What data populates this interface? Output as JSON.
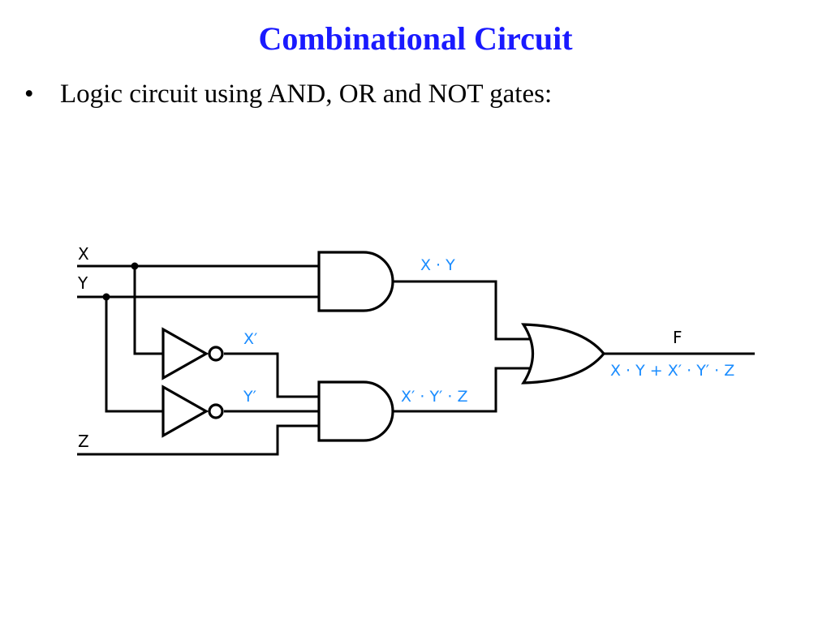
{
  "slide": {
    "title": "Combinational Circuit",
    "bullet_symbol": "•",
    "bullet_text": "Logic circuit using AND, OR and NOT gates:"
  },
  "circuit": {
    "inputs": {
      "x": "X",
      "y": "Y",
      "z": "Z"
    },
    "output": "F",
    "signals": {
      "x_and_y": "X · Y",
      "x_not": "X′",
      "y_not": "Y′",
      "xnot_ynot_z": "X′ · Y′ · Z",
      "f_expression": "X · Y + X′ · Y′ · Z"
    },
    "gates": [
      "AND",
      "AND",
      "OR",
      "NOT",
      "NOT"
    ],
    "colors": {
      "title": "#1a1aff",
      "signal_labels": "#1a8cff",
      "wires": "#000000"
    }
  }
}
